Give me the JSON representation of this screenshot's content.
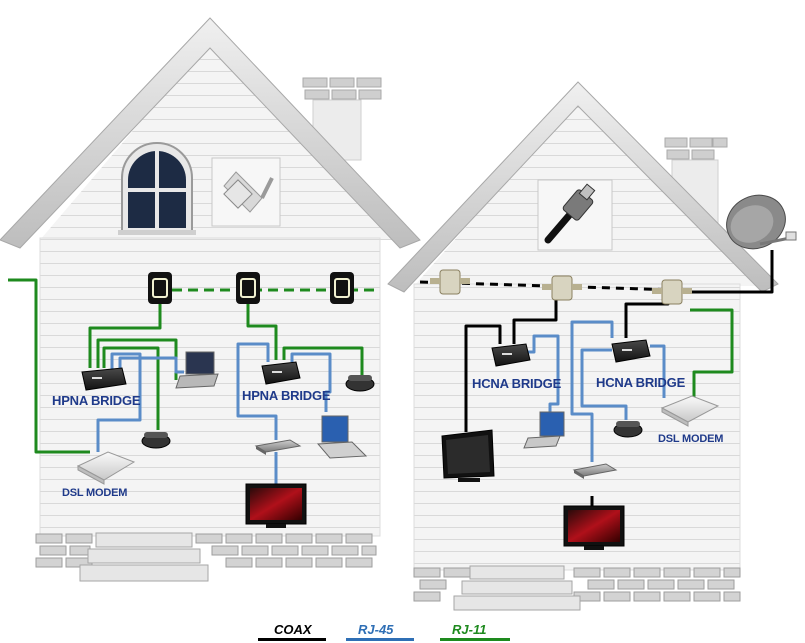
{
  "houses": {
    "left": {
      "bridge_1_label": "HPNA BRIDGE",
      "bridge_2_label": "HPNA BRIDGE",
      "modem_label": "DSL MODEM",
      "wall_jack_icon": "rj11-plug-icon"
    },
    "right": {
      "bridge_1_label": "HCNA BRIDGE",
      "bridge_2_label": "HCNA BRIDGE",
      "modem_label": "DSL MODEM",
      "wall_jack_icon": "coax-connector-icon"
    }
  },
  "legend": [
    {
      "label": "COAX",
      "color": "#000000"
    },
    {
      "label": "RJ-45",
      "color": "#2f6fb5"
    },
    {
      "label": "RJ-11",
      "color": "#1e8a1e"
    }
  ],
  "colors": {
    "coax": "#000000",
    "rj45": "#5a8cc8",
    "rj11": "#1e8a1e",
    "label_text": "#1f3a8a"
  }
}
